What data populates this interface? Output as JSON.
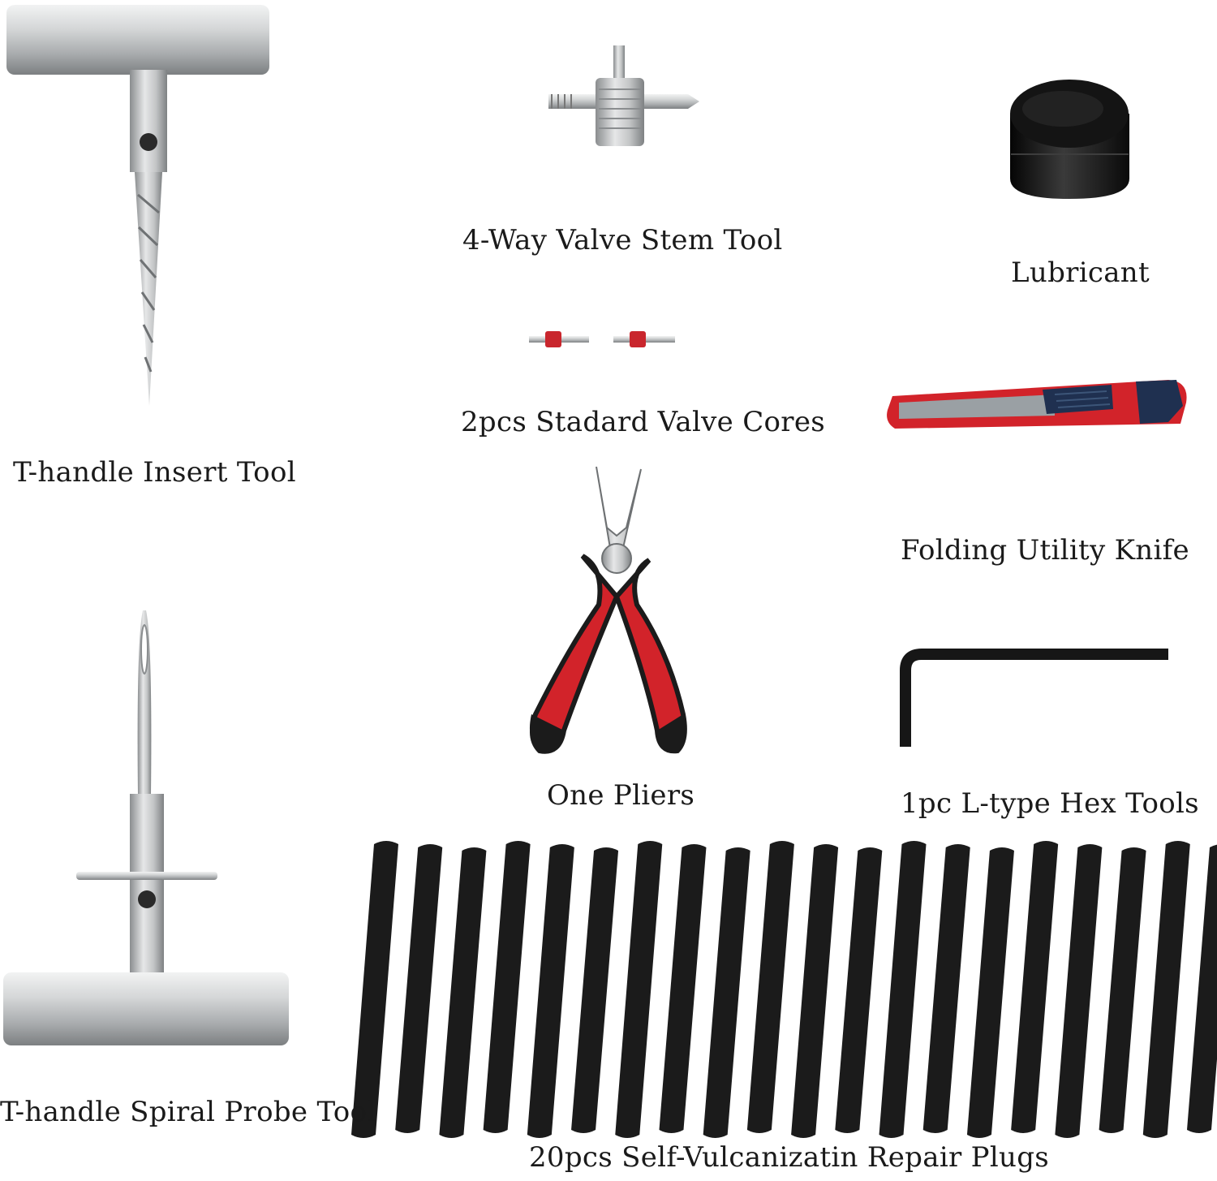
{
  "items": {
    "t_handle_insert": "T-handle Insert Tool",
    "valve_stem": "4-Way Valve Stem Tool",
    "lubricant": "Lubricant",
    "valve_cores": "2pcs Stadard Valve Cores",
    "utility_knife": "Folding Utility Knife",
    "pliers": "One Pliers",
    "hex_tool": "1pc L-type Hex Tools",
    "spiral_probe": "T-handle Spiral Probe Tool",
    "repair_plugs": "20pcs Self-Vulcanizatin Repair Plugs"
  },
  "plug_count": 20,
  "colors": {
    "metal": "#c9cbcc",
    "metal_dark": "#8d9092",
    "rubber": "#1b1b1b",
    "red": "#d2232a",
    "navy": "#1f3050"
  }
}
